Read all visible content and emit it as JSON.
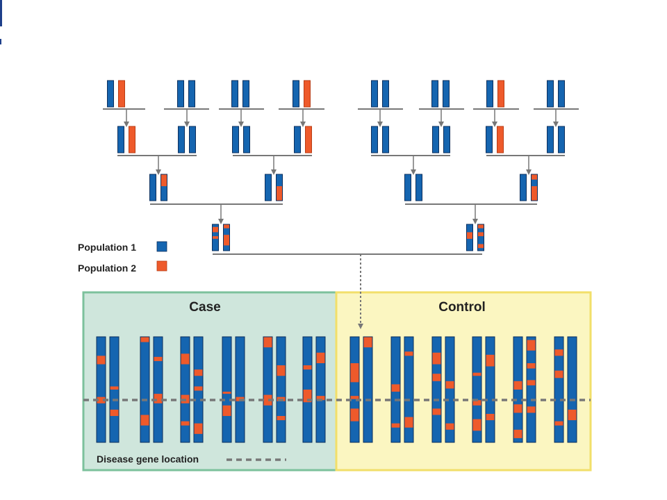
{
  "colors": {
    "population1": "#1565b0",
    "population1_outline": "#0b2e5c",
    "population2": "#ee5a2b",
    "tree_line": "#777777",
    "case_fill": "#cfe6dc",
    "case_border": "#7cc19c",
    "control_fill": "#fbf6c1",
    "control_border": "#f2df6a",
    "marker_line": "#777777"
  },
  "legend": {
    "population1_label": "Population 1",
    "population2_label": "Population 2"
  },
  "panels": {
    "case_title": "Case",
    "control_title": "Control",
    "disease_gene_label": "Disease gene location"
  },
  "pedigree": {
    "generation1": [
      [
        {
          "pop": 1
        },
        {
          "pop": 2
        }
      ],
      [
        {
          "pop": 1
        },
        {
          "pop": 1
        }
      ],
      [
        {
          "pop": 1
        },
        {
          "pop": 1
        }
      ],
      [
        {
          "pop": 1
        },
        {
          "pop": 2
        }
      ],
      [
        {
          "pop": 1
        },
        {
          "pop": 1
        }
      ],
      [
        {
          "pop": 1
        },
        {
          "pop": 1
        }
      ],
      [
        {
          "pop": 1
        },
        {
          "pop": 2
        }
      ],
      [
        {
          "pop": 1
        },
        {
          "pop": 1
        }
      ]
    ],
    "generation2": [
      [
        {
          "pop": 1
        },
        {
          "pop": 2
        }
      ],
      [
        {
          "pop": 1
        },
        {
          "pop": 1
        }
      ],
      [
        {
          "pop": 1
        },
        {
          "pop": 1
        }
      ],
      [
        {
          "pop": 1
        },
        {
          "pop": 2
        }
      ],
      [
        {
          "pop": 1
        },
        {
          "pop": 1
        }
      ],
      [
        {
          "pop": 1
        },
        {
          "pop": 1
        }
      ],
      [
        {
          "pop": 1
        },
        {
          "pop": 2
        }
      ],
      [
        {
          "pop": 1
        },
        {
          "pop": 1
        }
      ]
    ],
    "generation3": [
      [
        {
          "pop": 1
        },
        {
          "pop": 1,
          "segments": [
            [
              0,
              0.45
            ]
          ]
        }
      ],
      [
        {
          "pop": 1
        },
        {
          "pop": 1,
          "segments": [
            [
              0.45,
              1.0
            ]
          ]
        }
      ],
      [
        {
          "pop": 1
        },
        {
          "pop": 1
        }
      ],
      [
        {
          "pop": 1
        },
        {
          "pop": 1,
          "segments": [
            [
              0.0,
              0.2
            ],
            [
              0.45,
              1.0
            ]
          ]
        }
      ]
    ],
    "generation4": [
      [
        {
          "pop": 1,
          "segments": [
            [
              0.1,
              0.3
            ],
            [
              0.45,
              0.55
            ]
          ]
        },
        {
          "pop": 1,
          "segments": [
            [
              0.0,
              0.15
            ],
            [
              0.4,
              0.8
            ]
          ]
        }
      ],
      [
        {
          "pop": 1,
          "segments": [
            [
              0.3,
              0.55
            ]
          ]
        },
        {
          "pop": 1,
          "segments": [
            [
              0.0,
              0.15
            ],
            [
              0.3,
              0.45
            ],
            [
              0.75,
              0.9
            ]
          ]
        }
      ]
    ]
  },
  "case_pairs": [
    [
      {
        "segments": [
          [
            0.18,
            0.26
          ],
          [
            0.57,
            0.63
          ]
        ]
      },
      {
        "segments": [
          [
            0.47,
            0.5
          ],
          [
            0.69,
            0.75
          ]
        ]
      }
    ],
    [
      {
        "segments": [
          [
            0.0,
            0.05
          ],
          [
            0.74,
            0.84
          ]
        ]
      },
      {
        "segments": [
          [
            0.19,
            0.23
          ],
          [
            0.54,
            0.63
          ]
        ]
      }
    ],
    [
      {
        "segments": [
          [
            0.16,
            0.26
          ],
          [
            0.55,
            0.63
          ],
          [
            0.8,
            0.84
          ]
        ]
      },
      {
        "segments": [
          [
            0.31,
            0.37
          ],
          [
            0.47,
            0.51
          ],
          [
            0.82,
            0.92
          ]
        ]
      }
    ],
    [
      {
        "segments": [
          [
            0.52,
            0.54
          ],
          [
            0.65,
            0.75
          ]
        ]
      },
      {
        "segments": [
          [
            0.57,
            0.61
          ]
        ]
      }
    ],
    [
      {
        "segments": [
          [
            0.0,
            0.1
          ],
          [
            0.55,
            0.65
          ]
        ]
      },
      {
        "segments": [
          [
            0.27,
            0.37
          ],
          [
            0.57,
            0.61
          ],
          [
            0.75,
            0.79
          ]
        ]
      }
    ],
    [
      {
        "segments": [
          [
            0.27,
            0.31
          ],
          [
            0.5,
            0.62
          ]
        ]
      },
      {
        "segments": [
          [
            0.15,
            0.25
          ],
          [
            0.56,
            0.6
          ]
        ]
      }
    ]
  ],
  "control_pairs": [
    [
      {
        "segments": [
          [
            0.25,
            0.43
          ],
          [
            0.56,
            0.59
          ],
          [
            0.68,
            0.8
          ]
        ]
      },
      {
        "segments": [
          [
            0.0,
            0.1
          ]
        ]
      }
    ],
    [
      {
        "segments": [
          [
            0.45,
            0.52
          ],
          [
            0.82,
            0.86
          ]
        ]
      },
      {
        "segments": [
          [
            0.14,
            0.18
          ],
          [
            0.76,
            0.86
          ]
        ]
      }
    ],
    [
      {
        "segments": [
          [
            0.15,
            0.26
          ],
          [
            0.35,
            0.42
          ],
          [
            0.68,
            0.74
          ]
        ]
      },
      {
        "segments": [
          [
            0.42,
            0.49
          ],
          [
            0.82,
            0.88
          ]
        ]
      }
    ],
    [
      {
        "segments": [
          [
            0.34,
            0.37
          ],
          [
            0.6,
            0.65
          ],
          [
            0.78,
            0.89
          ]
        ]
      },
      {
        "segments": [
          [
            0.17,
            0.28
          ],
          [
            0.73,
            0.79
          ]
        ]
      }
    ],
    [
      {
        "segments": [
          [
            0.42,
            0.5
          ],
          [
            0.64,
            0.72
          ],
          [
            0.88,
            0.96
          ]
        ]
      },
      {
        "segments": [
          [
            0.03,
            0.13
          ],
          [
            0.25,
            0.3
          ],
          [
            0.41,
            0.46
          ],
          [
            0.66,
            0.72
          ]
        ]
      }
    ],
    [
      {
        "segments": [
          [
            0.12,
            0.18
          ],
          [
            0.32,
            0.39
          ],
          [
            0.8,
            0.84
          ]
        ]
      },
      {
        "segments": [
          [
            0.69,
            0.79
          ]
        ]
      }
    ]
  ]
}
